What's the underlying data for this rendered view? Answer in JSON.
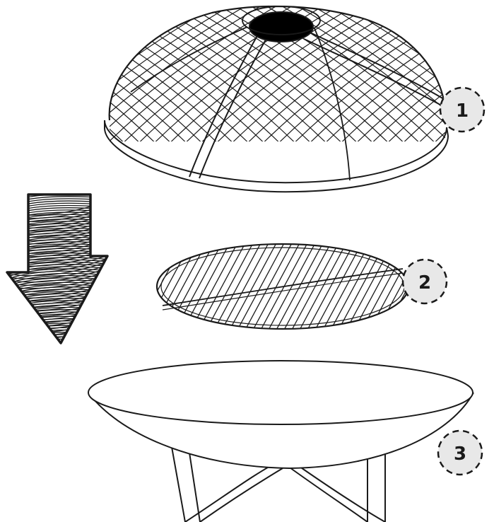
{
  "diagram": {
    "parts": [
      {
        "id": "spark-screen",
        "badge": "1"
      },
      {
        "id": "grill-grate",
        "badge": "2"
      },
      {
        "id": "fire-bowl",
        "badge": "3"
      }
    ],
    "arrow": "assembly-direction-down",
    "colors": {
      "line": "#1a1a1a",
      "badge_fill": "#e8e8e8",
      "background": "#ffffff"
    }
  }
}
